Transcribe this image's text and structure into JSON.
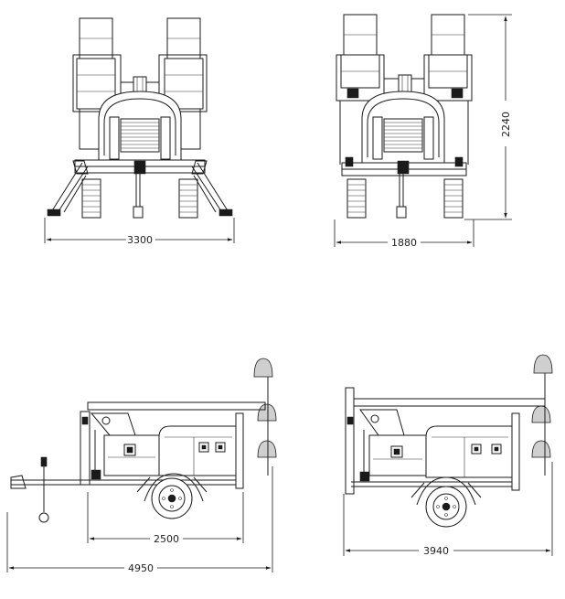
{
  "dimensions": {
    "front_width": "3300",
    "rear_width": "1880",
    "rear_height": "2240",
    "side_axle": "2500",
    "side_total_length": "4950",
    "side2_length": "3940"
  }
}
